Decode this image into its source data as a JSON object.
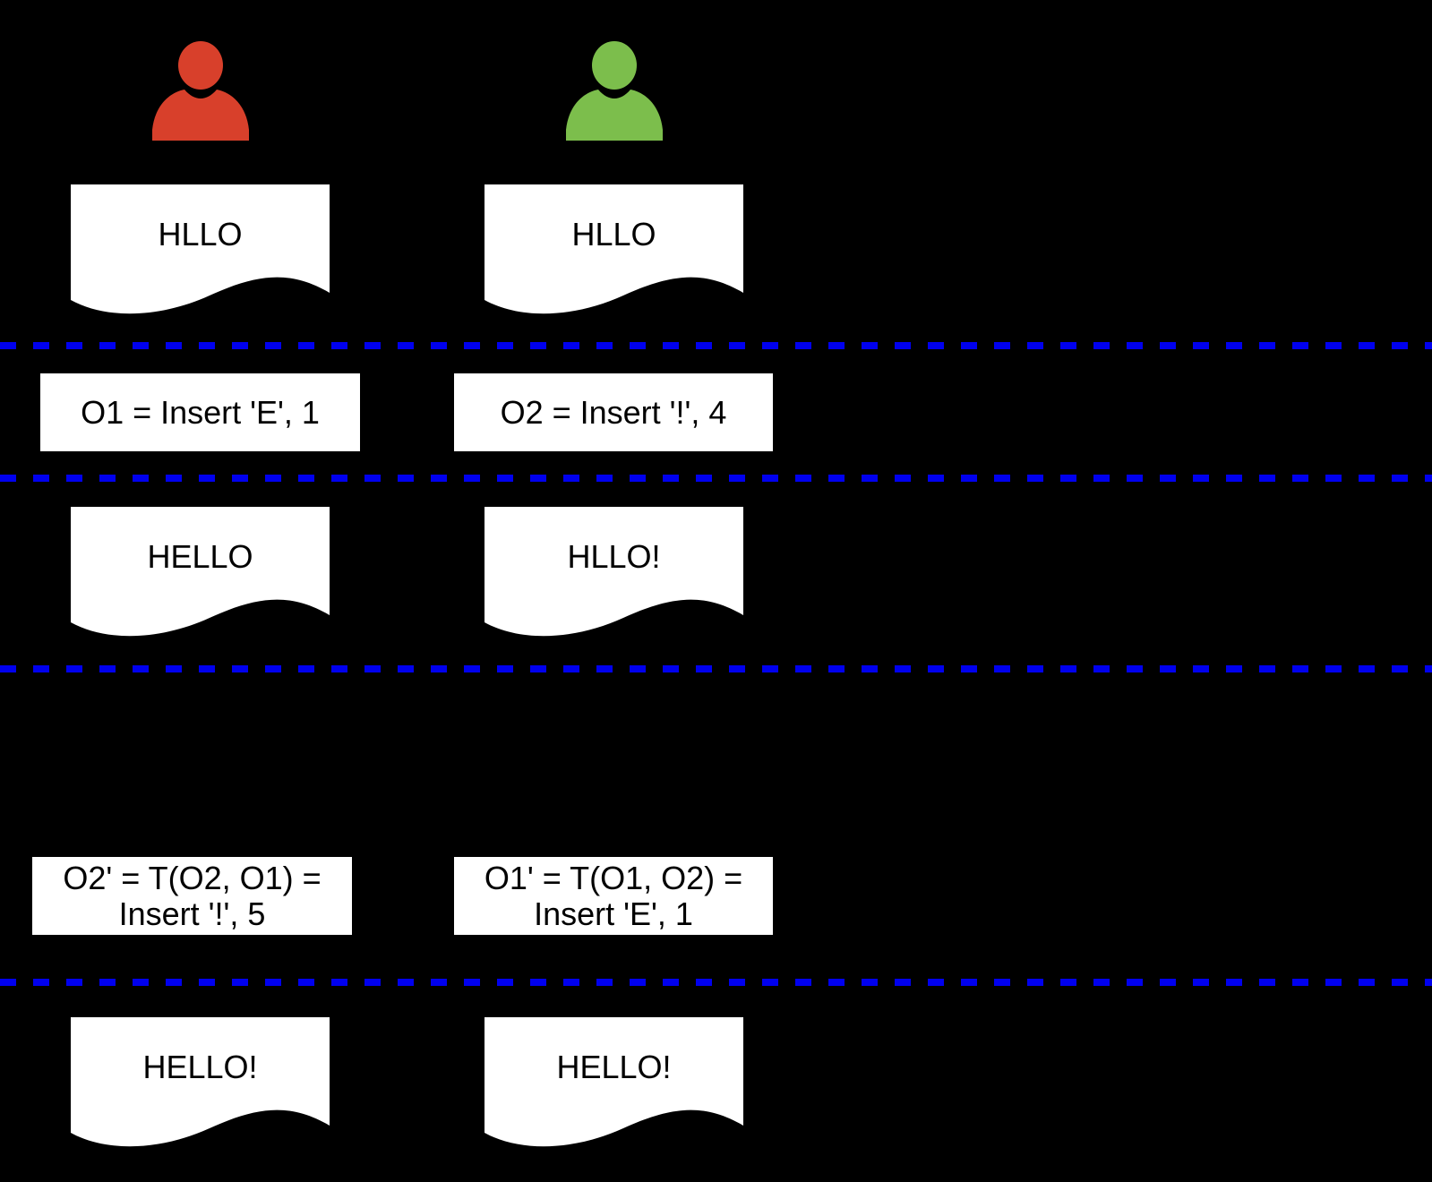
{
  "colors": {
    "background": "#000000",
    "divider_blue": "#0000EE",
    "user1_red": "#D8402B",
    "user2_green": "#7CBE4C",
    "box_white": "#FFFFFF",
    "text_black": "#000000"
  },
  "icons": {
    "user1": "person-icon",
    "user2": "person-icon"
  },
  "documents": {
    "initial_user1": "HLLO",
    "initial_user2": "HLLO",
    "after_local_user1": "HELLO",
    "after_local_user2": "HLLO!",
    "final_user1": "HELLO!",
    "final_user2": "HELLO!"
  },
  "operations": {
    "user1": "O1 = Insert 'E', 1",
    "user2": "O2 = Insert '!', 4"
  },
  "transforms": {
    "user1_line1": "O2' = T(O2, O1) =",
    "user1_line2": "Insert '!', 5",
    "user2_line1": "O1' = T(O1, O2) =",
    "user2_line2": "Insert 'E', 1"
  }
}
